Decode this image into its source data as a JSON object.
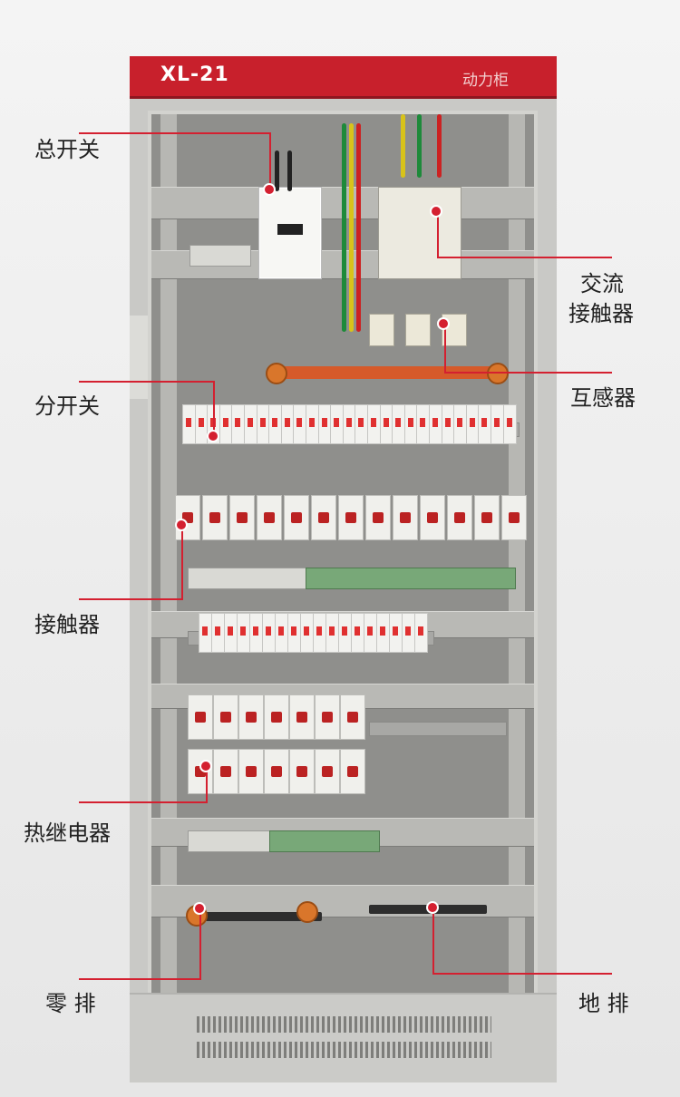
{
  "cabinet": {
    "model": "XL-21",
    "type_label": "动力柜"
  },
  "callouts": {
    "main_switch": "总开关",
    "ac_contactor_line1": "交流",
    "ac_contactor_line2": "接触器",
    "current_transformer": "互感器",
    "branch_switch": "分开关",
    "contactor": "接触器",
    "thermal_relay": "热继电器",
    "neutral_bar": "零 排",
    "ground_bar": "地 排"
  },
  "colors": {
    "header_red": "#c8202c",
    "callout_red": "#d42030",
    "cabinet_gray": "#c9c9c6"
  }
}
